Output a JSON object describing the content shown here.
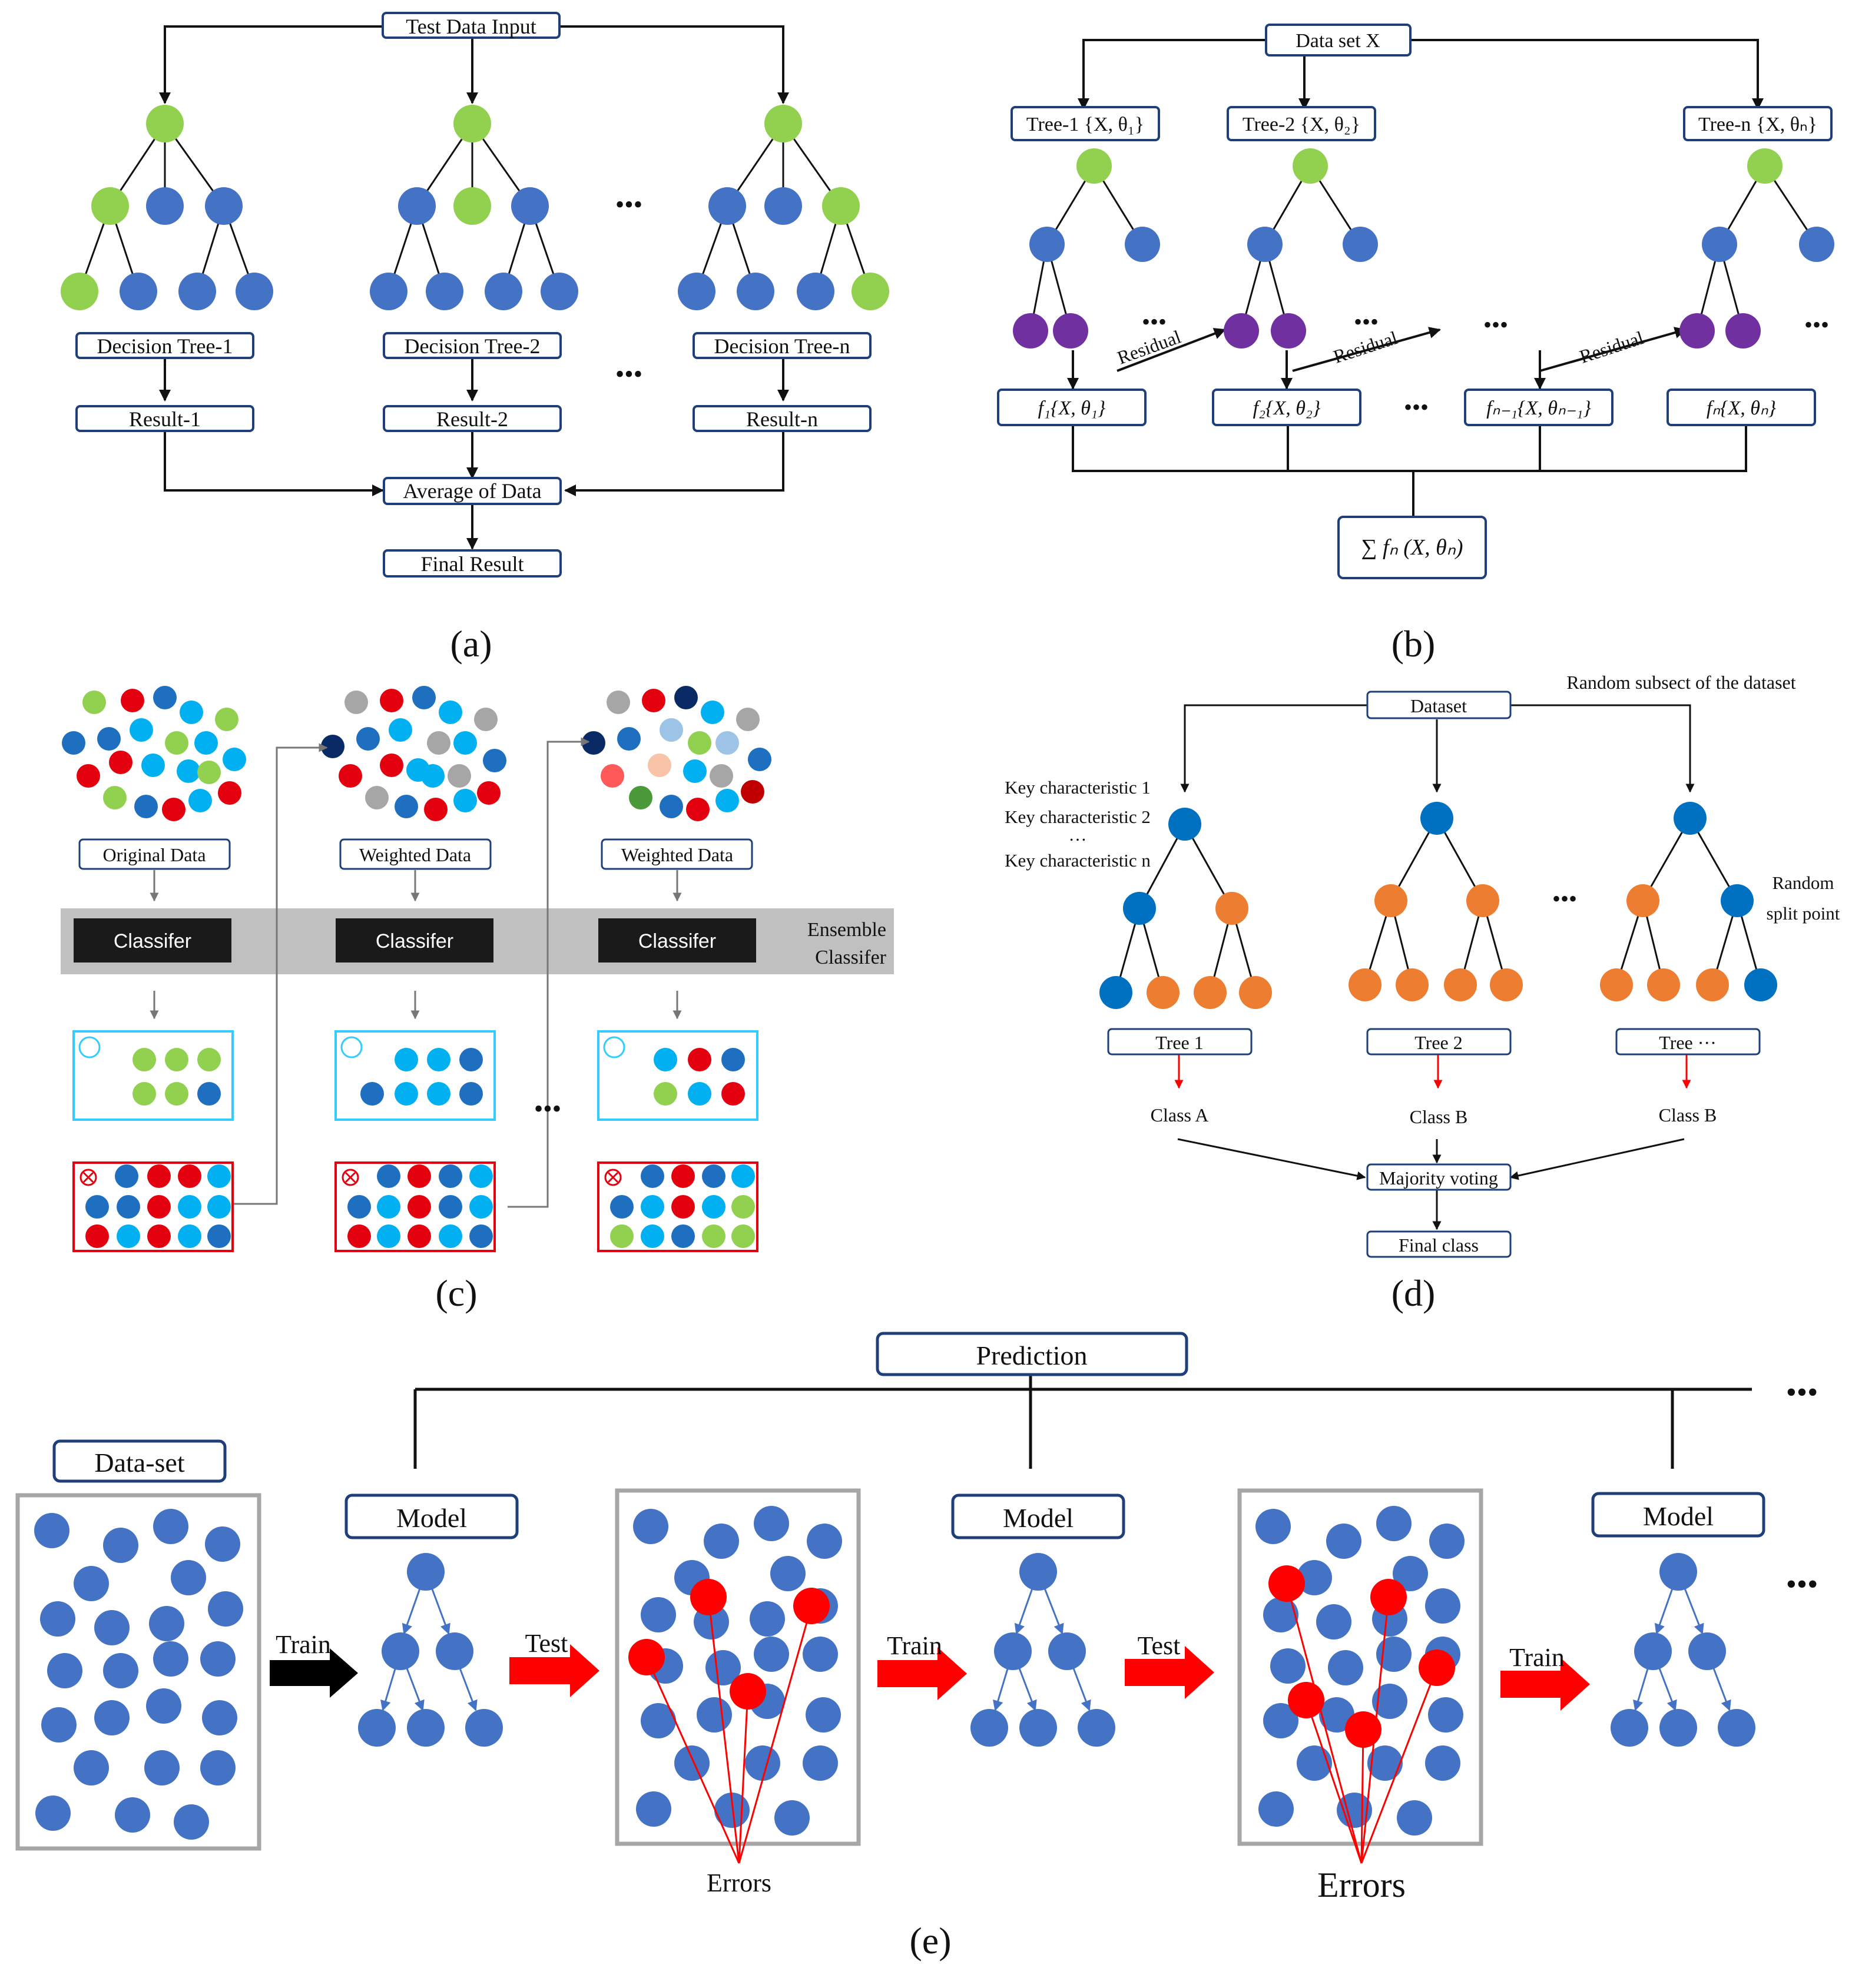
{
  "colors": {
    "box_stroke": "#1f3f7a",
    "blue": "#4472c4",
    "green": "#92d050",
    "purple": "#7030a0",
    "orange": "#ed7d31",
    "darkblue_d": "#0070c0",
    "red": "#ff0000",
    "c_dark": "#0a2a66",
    "c_mid": "#1f6fc1",
    "c_light": "#00b0f0",
    "c_gray": "#a6a6a6",
    "c_green": "#92d050",
    "c_red": "#e3000f",
    "c_peach": "#f8c3a6",
    "c_pale": "#9dc3e6",
    "c_darkred": "#c00000",
    "gray_band": "#c0c0c0",
    "cyan_box": "#33ccff",
    "black": "#111111"
  },
  "panel_a": {
    "caption": "(a)",
    "input_label": "Test Data Input",
    "trees": [
      "Decision Tree-1",
      "Decision Tree-2",
      "Decision Tree-n"
    ],
    "results": [
      "Result-1",
      "Result-2",
      "Result-n"
    ],
    "average_label": "Average of Data",
    "final_label": "Final Result",
    "ellipsis": "•••"
  },
  "panel_b": {
    "caption": "(b)",
    "dataset_label": "Data set X",
    "trees": [
      "Tree-1 {X, θ₁}",
      "Tree-2 {X, θ₂}",
      "Tree-n {X, θₙ}"
    ],
    "functions": [
      "f₁{X, θ₁}",
      "f₂{X, θ₂}",
      "fₙ₋₁{X, θₙ₋₁}",
      "fₙ{X, θₙ}"
    ],
    "residual_label": "Residual",
    "sum_label": "∑ fₙ (X, θₙ)",
    "ellipsis": "•••"
  },
  "panel_c": {
    "caption": "(c)",
    "data_labels": [
      "Original Data",
      "Weighted Data",
      "Weighted Data"
    ],
    "classifier_label": "Classifer",
    "ensemble_line1": "Ensemble",
    "ensemble_line2": "Classifer",
    "ellipsis": "•••",
    "correct_icon": "circle-icon",
    "wrong_icon": "x-mark-icon"
  },
  "panel_d": {
    "caption": "(d)",
    "dataset_label": "Dataset",
    "subset_label": "Random subsect of the dataset",
    "key_chars": [
      "Key characteristic 1",
      "Key characteristic 2",
      "…",
      "Key characteristic n"
    ],
    "random_split": [
      "Random",
      "split point"
    ],
    "trees": [
      "Tree 1",
      "Tree 2",
      "Tree ···"
    ],
    "classes": [
      "Class A",
      "Class B",
      "Class B"
    ],
    "voting_label": "Majority voting",
    "final_label": "Final class",
    "ellipsis": "•••"
  },
  "panel_e": {
    "caption": "(e)",
    "prediction_label": "Prediction",
    "dataset_label": "Data-set",
    "model_label": "Model",
    "train_label": "Train",
    "test_label": "Test",
    "errors_label": "Errors",
    "ellipsis": "•••"
  }
}
